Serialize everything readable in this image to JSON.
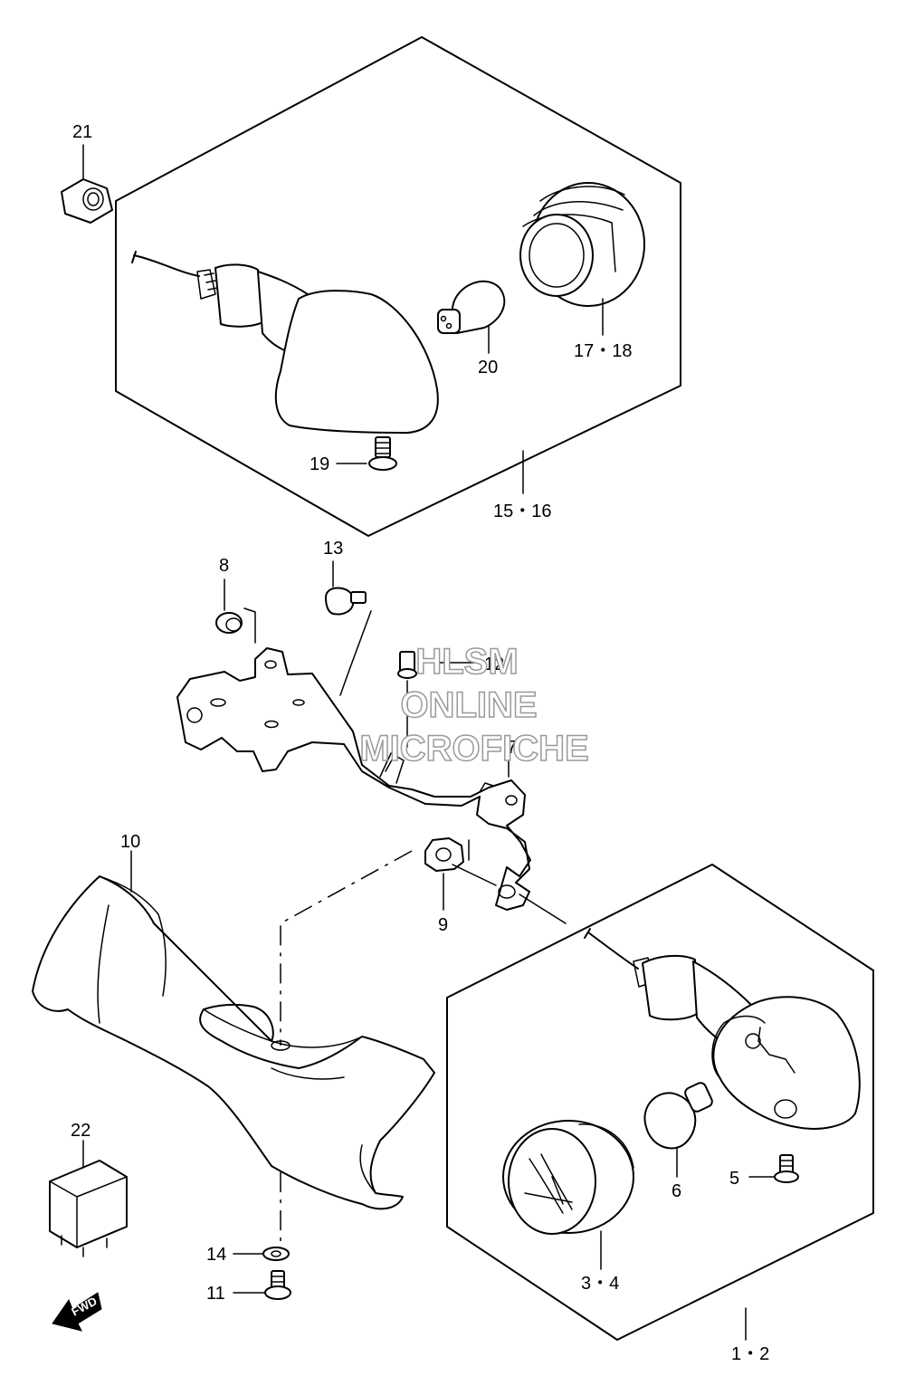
{
  "labels": {
    "p21": "21",
    "p17_18": "17・18",
    "p20": "20",
    "p19": "19",
    "p15_16": "15・16",
    "p13": "13",
    "p8": "8",
    "p12": "12",
    "p7": "7",
    "p10": "10",
    "p9": "9",
    "p22": "22",
    "p6": "6",
    "p5": "5",
    "p14": "14",
    "p11": "11",
    "p3_4": "3・4",
    "p1_2": "1・2"
  },
  "watermark": {
    "line1": "HLSM",
    "line2": "ONLINE",
    "line3": "MICROFICHE"
  },
  "fwd_badge": "FWD"
}
